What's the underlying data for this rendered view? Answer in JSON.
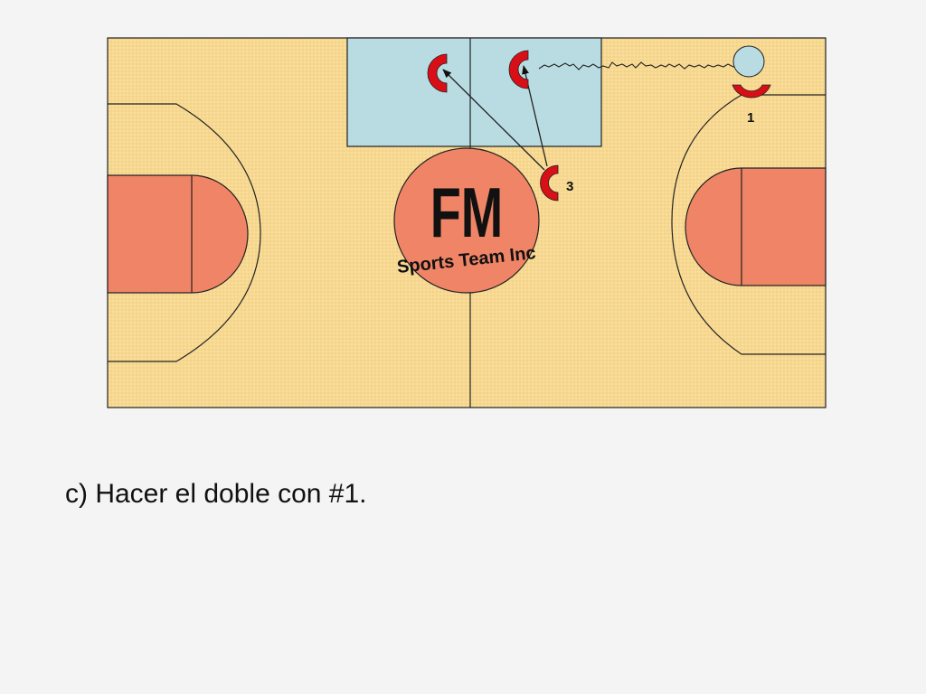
{
  "slide": {
    "caption": "c) Hacer el doble con #1."
  },
  "logo": {
    "line1": "FM",
    "line2": "Sports Team Inc"
  },
  "players": [
    {
      "label": "1"
    },
    {
      "label": "3"
    }
  ],
  "colors": {
    "court": "#f7d890",
    "paint": "#b9dce3",
    "key": "#f08466",
    "defender": "#d80f16",
    "ball_handler": "#b9dce3",
    "logo_circle": "#f08466",
    "background": "#f4f4f4"
  }
}
